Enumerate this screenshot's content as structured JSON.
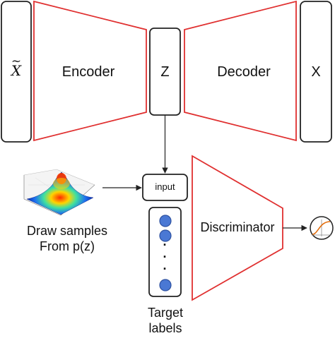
{
  "encoder_label": "Encoder",
  "decoder_label": "Decoder",
  "latent_label": "Z",
  "input_tilde_label": "X",
  "input_tilde_mark": "~",
  "output_label": "X",
  "discriminator_label": "Discriminator",
  "input_box_label": "input",
  "samples_caption": [
    "Draw samples",
    "From p(z)"
  ],
  "target_caption": [
    "Target",
    "labels"
  ],
  "target_dots": "·\n·\n·",
  "colors": {
    "trapezoid_stroke": "#e03030",
    "box_stroke": "#222222",
    "target_dot_fill": "#4a78d4",
    "target_dot_stroke": "#2f52a0",
    "arrow": "#222222"
  },
  "icons": [
    "gaussian-surface-plot-icon",
    "sigmoid-icon"
  ]
}
